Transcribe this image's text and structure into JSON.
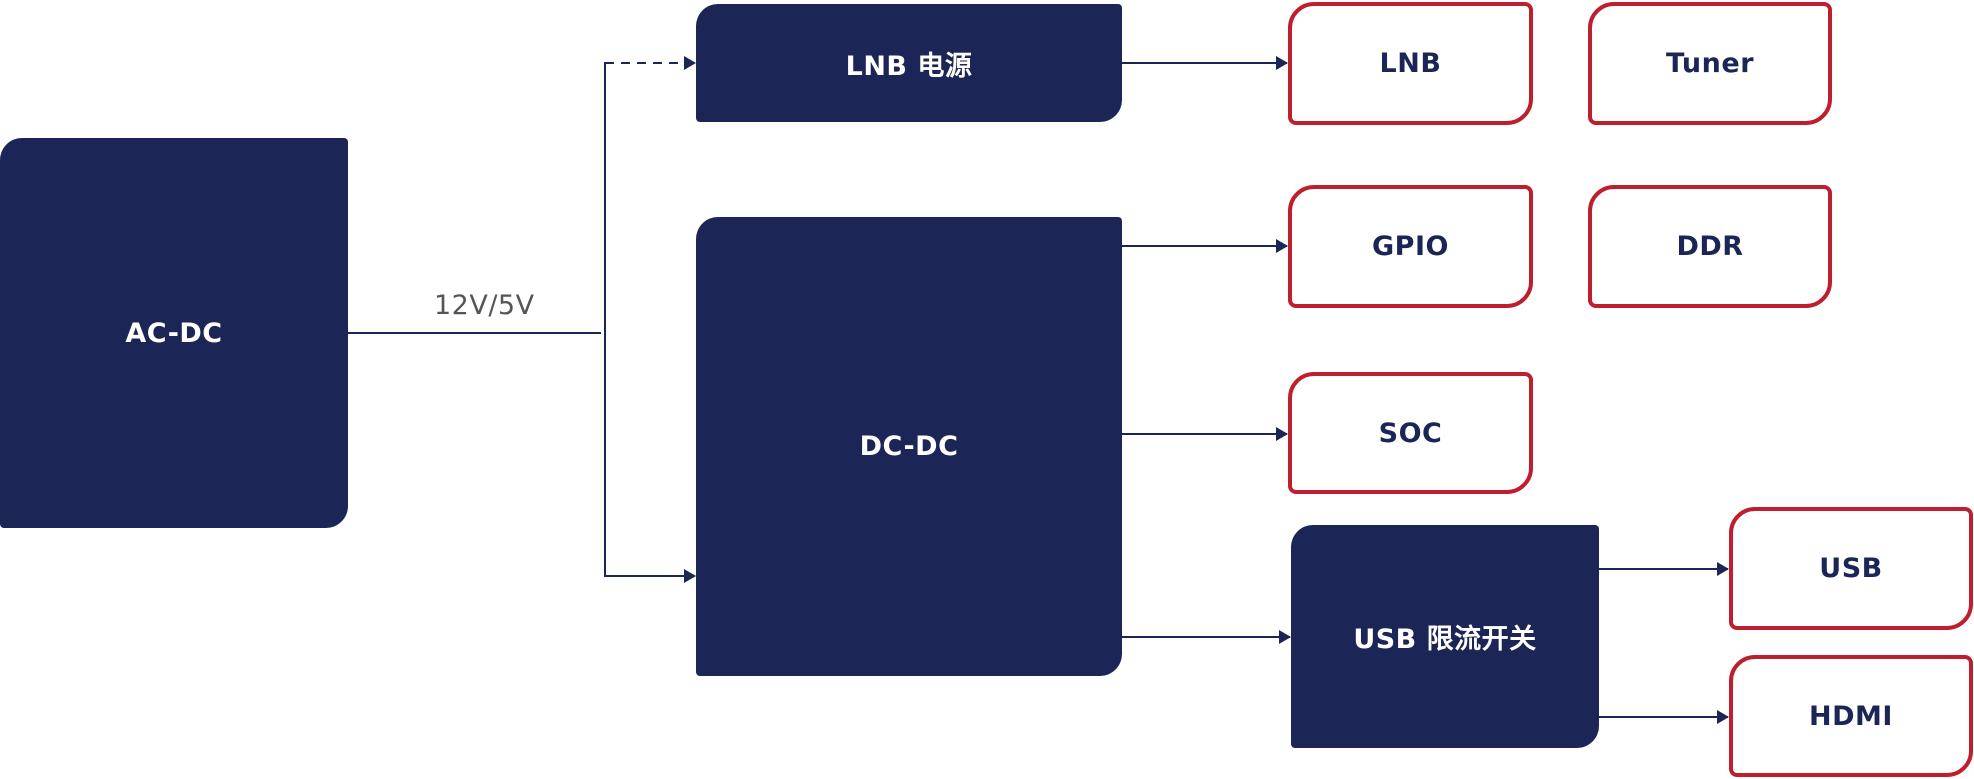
{
  "colors": {
    "block_fill": "#1b2656",
    "block_text": "#ffffff",
    "outline_border": "#be1e2d",
    "outline_text": "#1b2656",
    "wire": "#1b2656",
    "label": "#555555"
  },
  "blocks": {
    "ac_dc": "AC-DC",
    "lnb_power": "LNB 电源",
    "dc_dc": "DC-DC",
    "usb_switch": "USB 限流开关"
  },
  "targets": {
    "lnb": "LNB",
    "tuner": "Tuner",
    "gpio": "GPIO",
    "ddr": "DDR",
    "soc": "SOC",
    "usb": "USB",
    "hdmi": "HDMI"
  },
  "edges": {
    "ac_dc_output_label": "12V/5V"
  }
}
